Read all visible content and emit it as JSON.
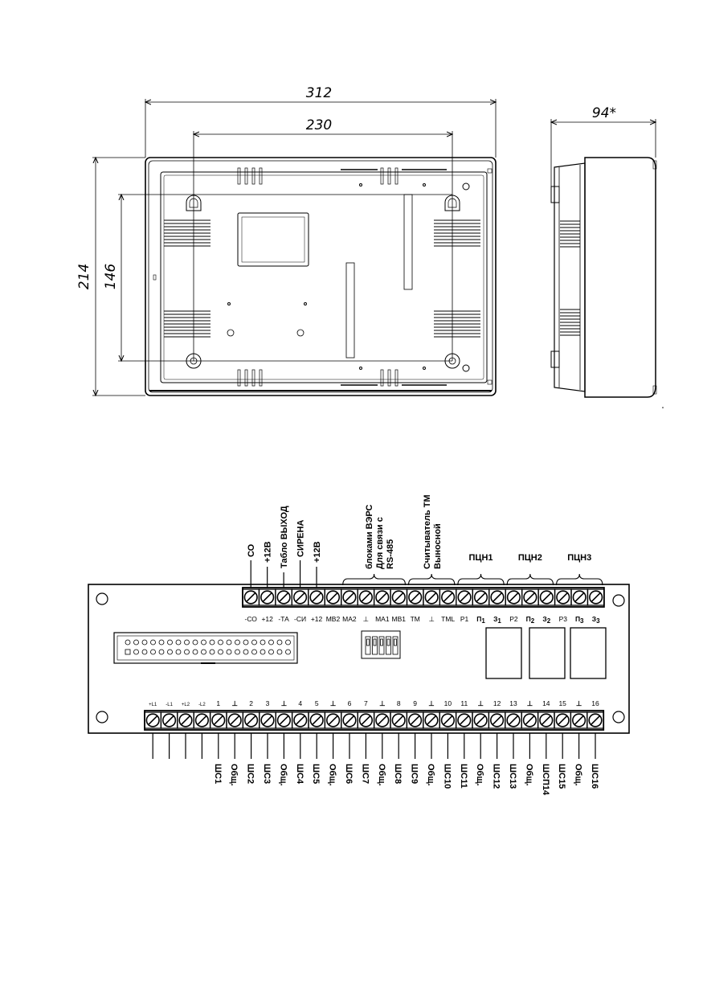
{
  "dimensions": {
    "width_total": "312",
    "width_holes": "230",
    "height_total": "214",
    "height_holes": "146",
    "depth": "94*"
  },
  "top_group_labels": [
    {
      "id": "co",
      "text": "СО"
    },
    {
      "id": "plus12b",
      "text": "+12В"
    },
    {
      "id": "tablo",
      "text": "Табло ВЫХОД"
    },
    {
      "id": "sirena",
      "text": "СИРЕНА"
    },
    {
      "id": "plus12b2",
      "text": "+12В"
    },
    {
      "id": "rs485",
      "lines": [
        "RS-485",
        "Для связи с",
        "блоками ВЭРС"
      ]
    },
    {
      "id": "reader",
      "lines": [
        "Выносной",
        "Считыватель ТМ"
      ]
    },
    {
      "id": "ppsh1",
      "text": "ПЦН1"
    },
    {
      "id": "ppsh2",
      "text": "ПЦН2"
    },
    {
      "id": "ppsh3",
      "text": "ПЦН3"
    }
  ],
  "top_terminals": [
    {
      "label": "-СО"
    },
    {
      "label": "+12"
    },
    {
      "label": "-ТА"
    },
    {
      "label": "-СИ"
    },
    {
      "label": "+12"
    },
    {
      "label": "MB2"
    },
    {
      "label": "MA2"
    },
    {
      "label": "⊥"
    },
    {
      "label": "MA1"
    },
    {
      "label": "MB1"
    },
    {
      "label": "TM"
    },
    {
      "label": "⊥"
    },
    {
      "label": "TML"
    },
    {
      "label": "P1"
    },
    {
      "label": "П",
      "sub": "1"
    },
    {
      "label": "З",
      "sub": "1"
    },
    {
      "label": "P2"
    },
    {
      "label": "П",
      "sub": "2"
    },
    {
      "label": "З",
      "sub": "2"
    },
    {
      "label": "P3"
    },
    {
      "label": "П",
      "sub": "3"
    },
    {
      "label": "З",
      "sub": "3"
    }
  ],
  "bottom_terminals": [
    {
      "num": "+L1",
      "wire": ""
    },
    {
      "num": "-L1",
      "wire": ""
    },
    {
      "num": "+L2",
      "wire": ""
    },
    {
      "num": "-L2",
      "wire": ""
    },
    {
      "num": "1",
      "wire": "ШС1"
    },
    {
      "num": "⊥",
      "wire": "Общ."
    },
    {
      "num": "2",
      "wire": "ШС2"
    },
    {
      "num": "3",
      "wire": "ШС3"
    },
    {
      "num": "⊥",
      "wire": "Общ."
    },
    {
      "num": "4",
      "wire": "ШС4"
    },
    {
      "num": "5",
      "wire": "ШС5"
    },
    {
      "num": "⊥",
      "wire": "Общ."
    },
    {
      "num": "6",
      "wire": "ШС6"
    },
    {
      "num": "7",
      "wire": "ШС7"
    },
    {
      "num": "⊥",
      "wire": "Общ."
    },
    {
      "num": "8",
      "wire": "ШС8"
    },
    {
      "num": "9",
      "wire": "ШС9"
    },
    {
      "num": "⊥",
      "wire": "Общ."
    },
    {
      "num": "10",
      "wire": "ШС10"
    },
    {
      "num": "11",
      "wire": "ШС11"
    },
    {
      "num": "⊥",
      "wire": "Общ."
    },
    {
      "num": "12",
      "wire": "ШС12"
    },
    {
      "num": "13",
      "wire": "ШС13"
    },
    {
      "num": "⊥",
      "wire": "Общ."
    },
    {
      "num": "14",
      "wire": "ШСП14"
    },
    {
      "num": "15",
      "wire": "ШС15"
    },
    {
      "num": "⊥",
      "wire": "Общ."
    },
    {
      "num": "16",
      "wire": "ШС16"
    }
  ]
}
